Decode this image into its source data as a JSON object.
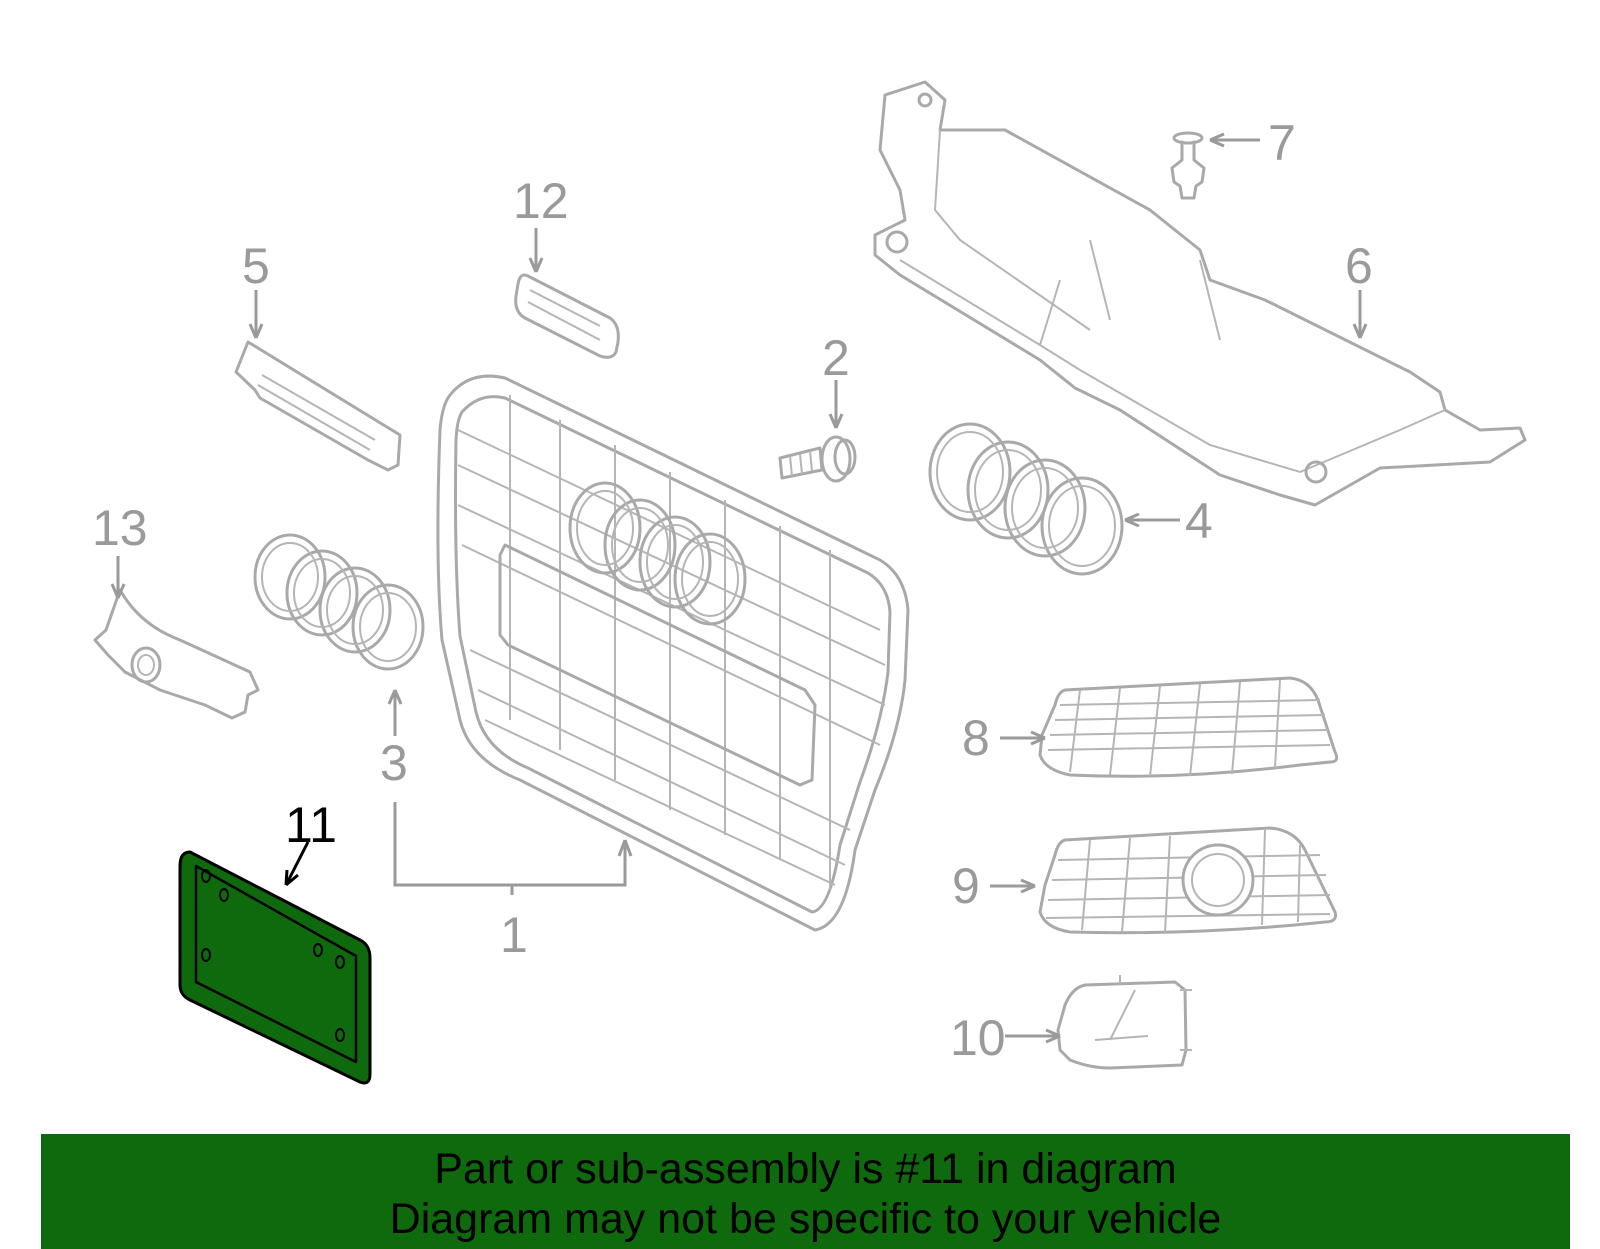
{
  "callouts": {
    "c1": "1",
    "c2": "2",
    "c3": "3",
    "c4": "4",
    "c5": "5",
    "c6": "6",
    "c7": "7",
    "c8": "8",
    "c9": "9",
    "c10": "10",
    "c11": "11",
    "c12": "12",
    "c13": "13"
  },
  "highlight": {
    "part_number": "11",
    "color": "#0f6a0d"
  },
  "banner": {
    "line1": "Part or sub-assembly is #11 in diagram",
    "line2": "Diagram may not be specific to your vehicle",
    "background": "#0f6a0d"
  }
}
